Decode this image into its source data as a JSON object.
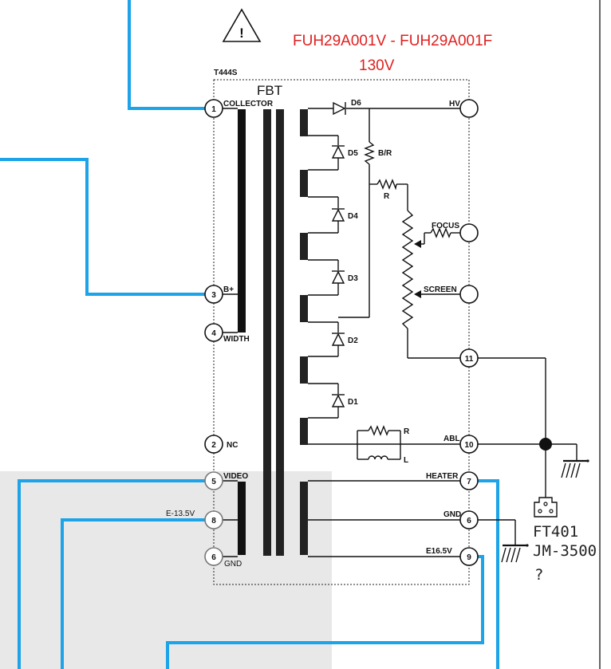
{
  "title": {
    "line1": "FUH29A001V - FUH29A001F",
    "line2": "130V"
  },
  "component": {
    "ref": "T444S",
    "type": "FBT"
  },
  "left_pins": [
    {
      "num": "1",
      "label": "COLLECTOR"
    },
    {
      "num": "3",
      "label": "B+"
    },
    {
      "num": "4",
      "label": "WIDTH"
    },
    {
      "num": "2",
      "label": "NC"
    },
    {
      "num": "5",
      "label": "VIDEO"
    },
    {
      "num": "8",
      "label": "E-13.5V"
    },
    {
      "num": "6",
      "label": "GND"
    }
  ],
  "right_pins": [
    {
      "num": "",
      "label": "HV"
    },
    {
      "num": "",
      "label": "FOCUS"
    },
    {
      "num": "",
      "label": "SCREEN"
    },
    {
      "num": "11",
      "label": ""
    },
    {
      "num": "10",
      "label": "ABL"
    },
    {
      "num": "7",
      "label": "HEATER"
    },
    {
      "num": "6",
      "label": "GND"
    },
    {
      "num": "9",
      "label": "E16.5V"
    }
  ],
  "diodes": [
    "D6",
    "D5",
    "D4",
    "D3",
    "D2",
    "D1"
  ],
  "resistors": {
    "br": "B/R",
    "r1": "R",
    "r2": "R",
    "inductor": "L"
  },
  "ft401": {
    "ref": "FT401",
    "part": "JM-3500",
    "note": "?"
  },
  "colors": {
    "wire_highlight": "#1ca3e8",
    "title_red": "#e02020",
    "shade": "#e8e8e8"
  },
  "icons": {
    "warning": "warning-triangle-icon"
  }
}
